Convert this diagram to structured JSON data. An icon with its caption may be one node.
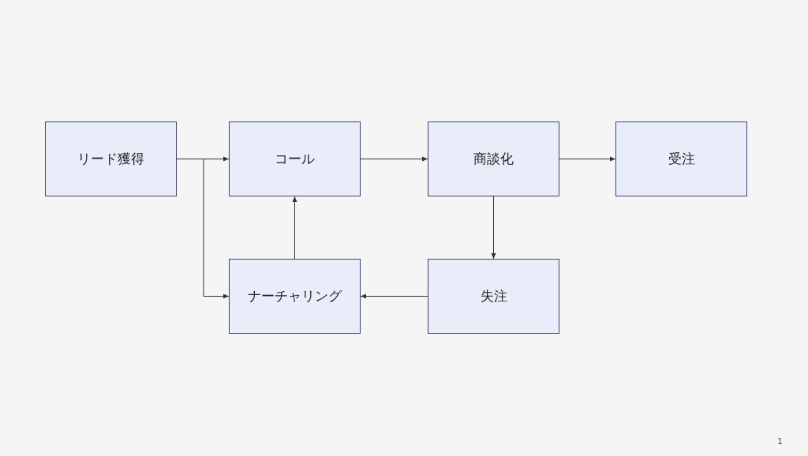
{
  "diagram": {
    "nodes": [
      {
        "text": [
          "リード獲得"
        ]
      },
      {
        "text": [
          "コール"
        ]
      },
      {
        "text": [
          "商談化"
        ]
      },
      {
        "text": [
          "受注"
        ]
      },
      {
        "text": [
          "ナーチャリング"
        ]
      },
      {
        "text": [
          "失注"
        ]
      }
    ],
    "edges": [
      {
        "from": 0,
        "to": 1,
        "arrow": "to"
      },
      {
        "from": 0,
        "to": 4,
        "arrow": "to"
      },
      {
        "from": 1,
        "to": 2,
        "arrow": "to"
      },
      {
        "from": 2,
        "to": 3,
        "arrow": "to"
      },
      {
        "from": 2,
        "to": 5,
        "arrow": "to"
      },
      {
        "from": 5,
        "to": 4,
        "arrow": "to"
      },
      {
        "from": 4,
        "to": 1,
        "arrow": "to"
      }
    ],
    "labels": [
      "1"
    ]
  }
}
